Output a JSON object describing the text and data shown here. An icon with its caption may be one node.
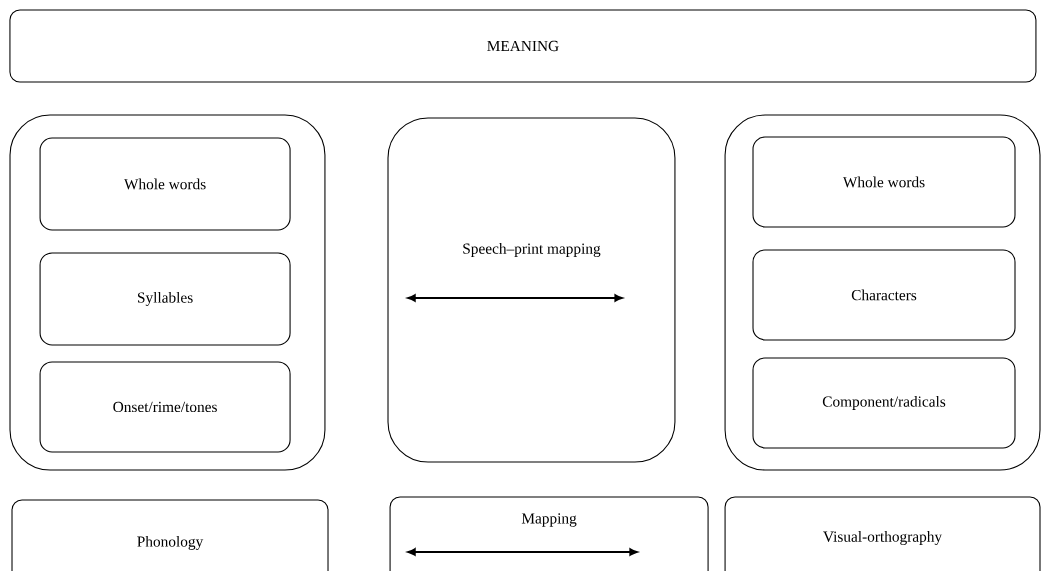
{
  "diagram": {
    "nodes": [
      {
        "text": [
          "MEANING"
        ]
      },
      {
        "text": [],
        "shape": "box"
      },
      {
        "text": [
          "Whole words"
        ],
        "in": 1
      },
      {
        "text": [
          "Syllables"
        ],
        "in": 1
      },
      {
        "text": [
          "Onset/rime/tones"
        ],
        "in": 1
      },
      {
        "text": [
          "Speech–print mapping"
        ]
      },
      {
        "text": [],
        "shape": "box"
      },
      {
        "text": [
          "Whole words"
        ],
        "in": 6
      },
      {
        "text": [
          "Characters"
        ],
        "in": 6
      },
      {
        "text": [
          "Component/radicals"
        ],
        "in": 6
      },
      {
        "text": [
          "Phonology"
        ]
      },
      {
        "text": [
          "Mapping"
        ]
      },
      {
        "text": [
          "Visual-orthography"
        ]
      }
    ],
    "edges": []
  }
}
